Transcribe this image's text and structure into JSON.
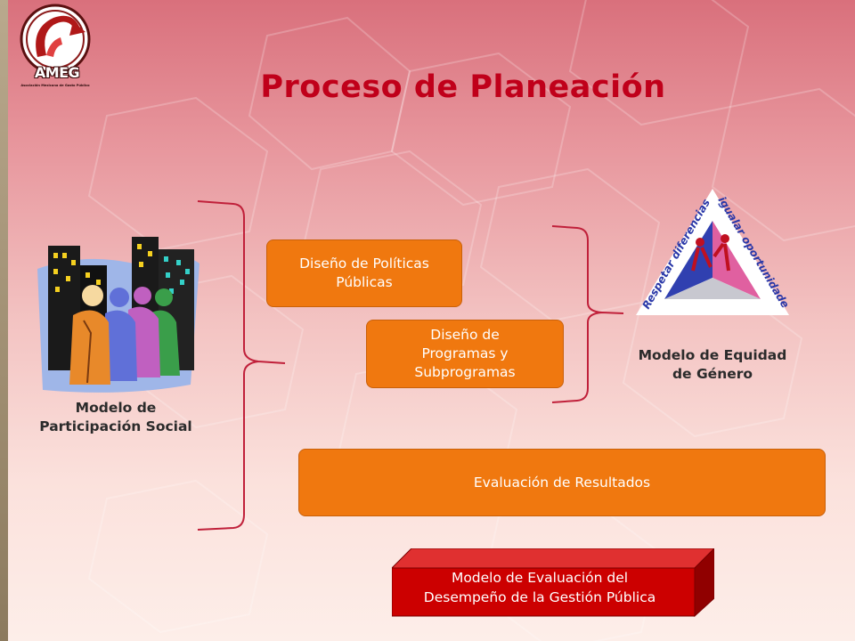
{
  "header": {
    "title": "Proceso de Planeación"
  },
  "logo": {
    "name": "AMEG",
    "tagline": "Asociación Mexicana de Gasto Público"
  },
  "left_model": {
    "caption_line1": "Modelo de",
    "caption_line2": "Participación Social",
    "clipart": "people-city-icon"
  },
  "process_boxes": {
    "policy_design_line1": "Diseño de Políticas",
    "policy_design_line2": "Públicas",
    "program_design_line1": "Diseño de",
    "program_design_line2": "Programas y",
    "program_design_line3": "Subprogramas",
    "results_evaluation": "Evaluación de Resultados"
  },
  "right_model": {
    "caption_line1": "Modelo de Equidad",
    "caption_line2": "de Género",
    "emblem_left_text": "Respetar diferencias",
    "emblem_right_text": "igualar oportunidades"
  },
  "bottom_box": {
    "line1": "Modelo de Evaluación del",
    "line2": "Desempeño de la Gestión Pública"
  },
  "colors": {
    "title": "#c0001a",
    "orange_box": "#f0780f",
    "red_box": "#cc0000",
    "bracket": "#c0203a"
  }
}
